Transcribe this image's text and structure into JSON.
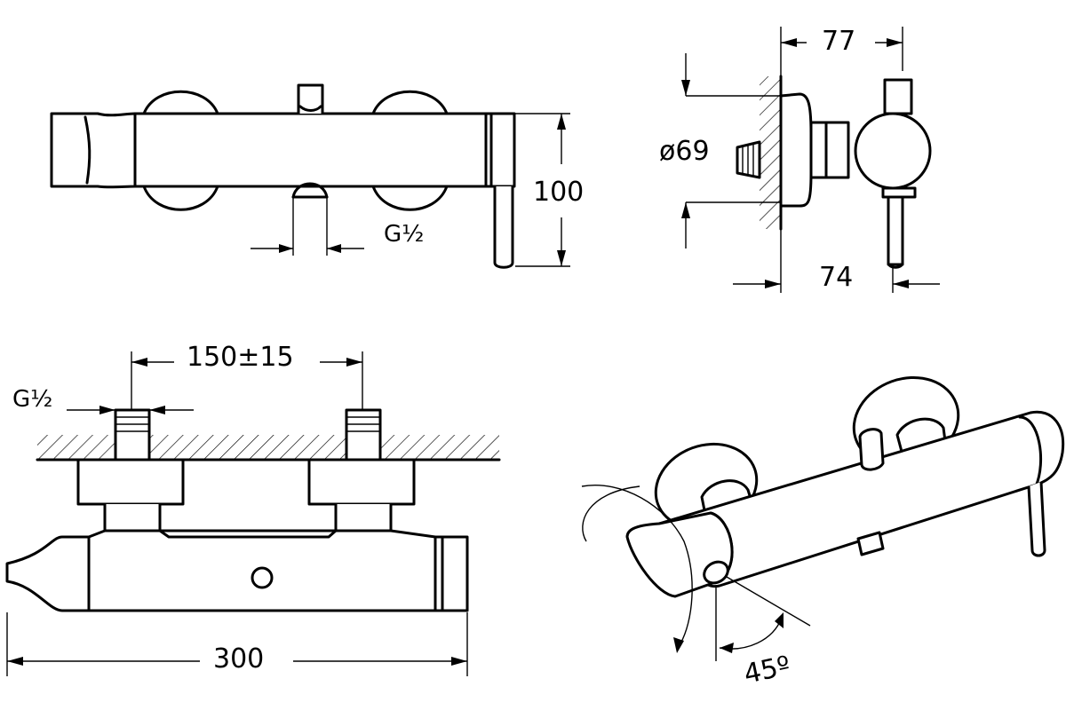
{
  "drawing": {
    "front_view": {
      "height_label": "100",
      "thread_label": "G½"
    },
    "side_view": {
      "top_label": "77",
      "diameter_label": "ø69",
      "bottom_label": "74"
    },
    "top_view": {
      "spacing_label": "150±15",
      "thread_label": "G½",
      "length_label": "300"
    },
    "iso_view": {
      "angle_label": "45º"
    }
  }
}
